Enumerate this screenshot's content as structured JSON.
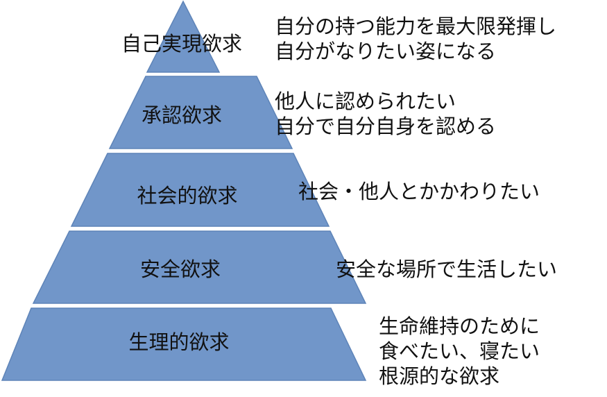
{
  "colors": {
    "tier_fill": "#7196C9",
    "tier_stroke": "#5E84B8",
    "text": "#111111"
  },
  "tiers": [
    {
      "label": "自己実現欲求",
      "description": [
        "自分の持つ能力を最大限発揮し",
        "自分がなりたい姿になる"
      ]
    },
    {
      "label": "承認欲求",
      "description": [
        "他人に認められたい",
        "自分で自分自身を認める"
      ]
    },
    {
      "label": "社会的欲求",
      "description": [
        "社会・他人とかかわりたい"
      ]
    },
    {
      "label": "安全欲求",
      "description": [
        "安全な場所で生活したい"
      ]
    },
    {
      "label": "生理的欲求",
      "description": [
        "生命維持のために",
        "食べたい、寝たい",
        "根源的な欲求"
      ]
    }
  ]
}
